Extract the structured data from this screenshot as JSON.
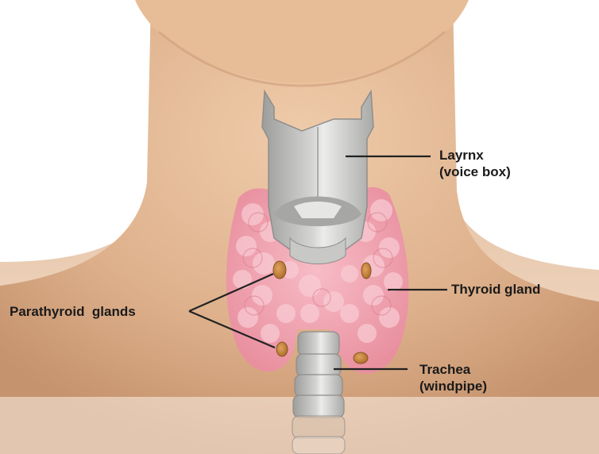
{
  "labels": {
    "larynx": {
      "line1": "Layrnx",
      "line2": "(voice box)"
    },
    "thyroid": {
      "text": "Thyroid gland"
    },
    "parathyroid": {
      "text": "Parathyroid  glands"
    },
    "trachea": {
      "line1": "Trachea",
      "line2": "(windpipe)"
    }
  },
  "colors": {
    "skin": "#e3b896",
    "skin_shadow": "#c99874",
    "thyroid": "#f2a8b6",
    "thyroid_lobule": "#f7c2cc",
    "cartilage": "#bfbfbd",
    "cartilage_light": "#e4e4e2",
    "parathyroid": "#c98a45",
    "leader": "#222222"
  }
}
